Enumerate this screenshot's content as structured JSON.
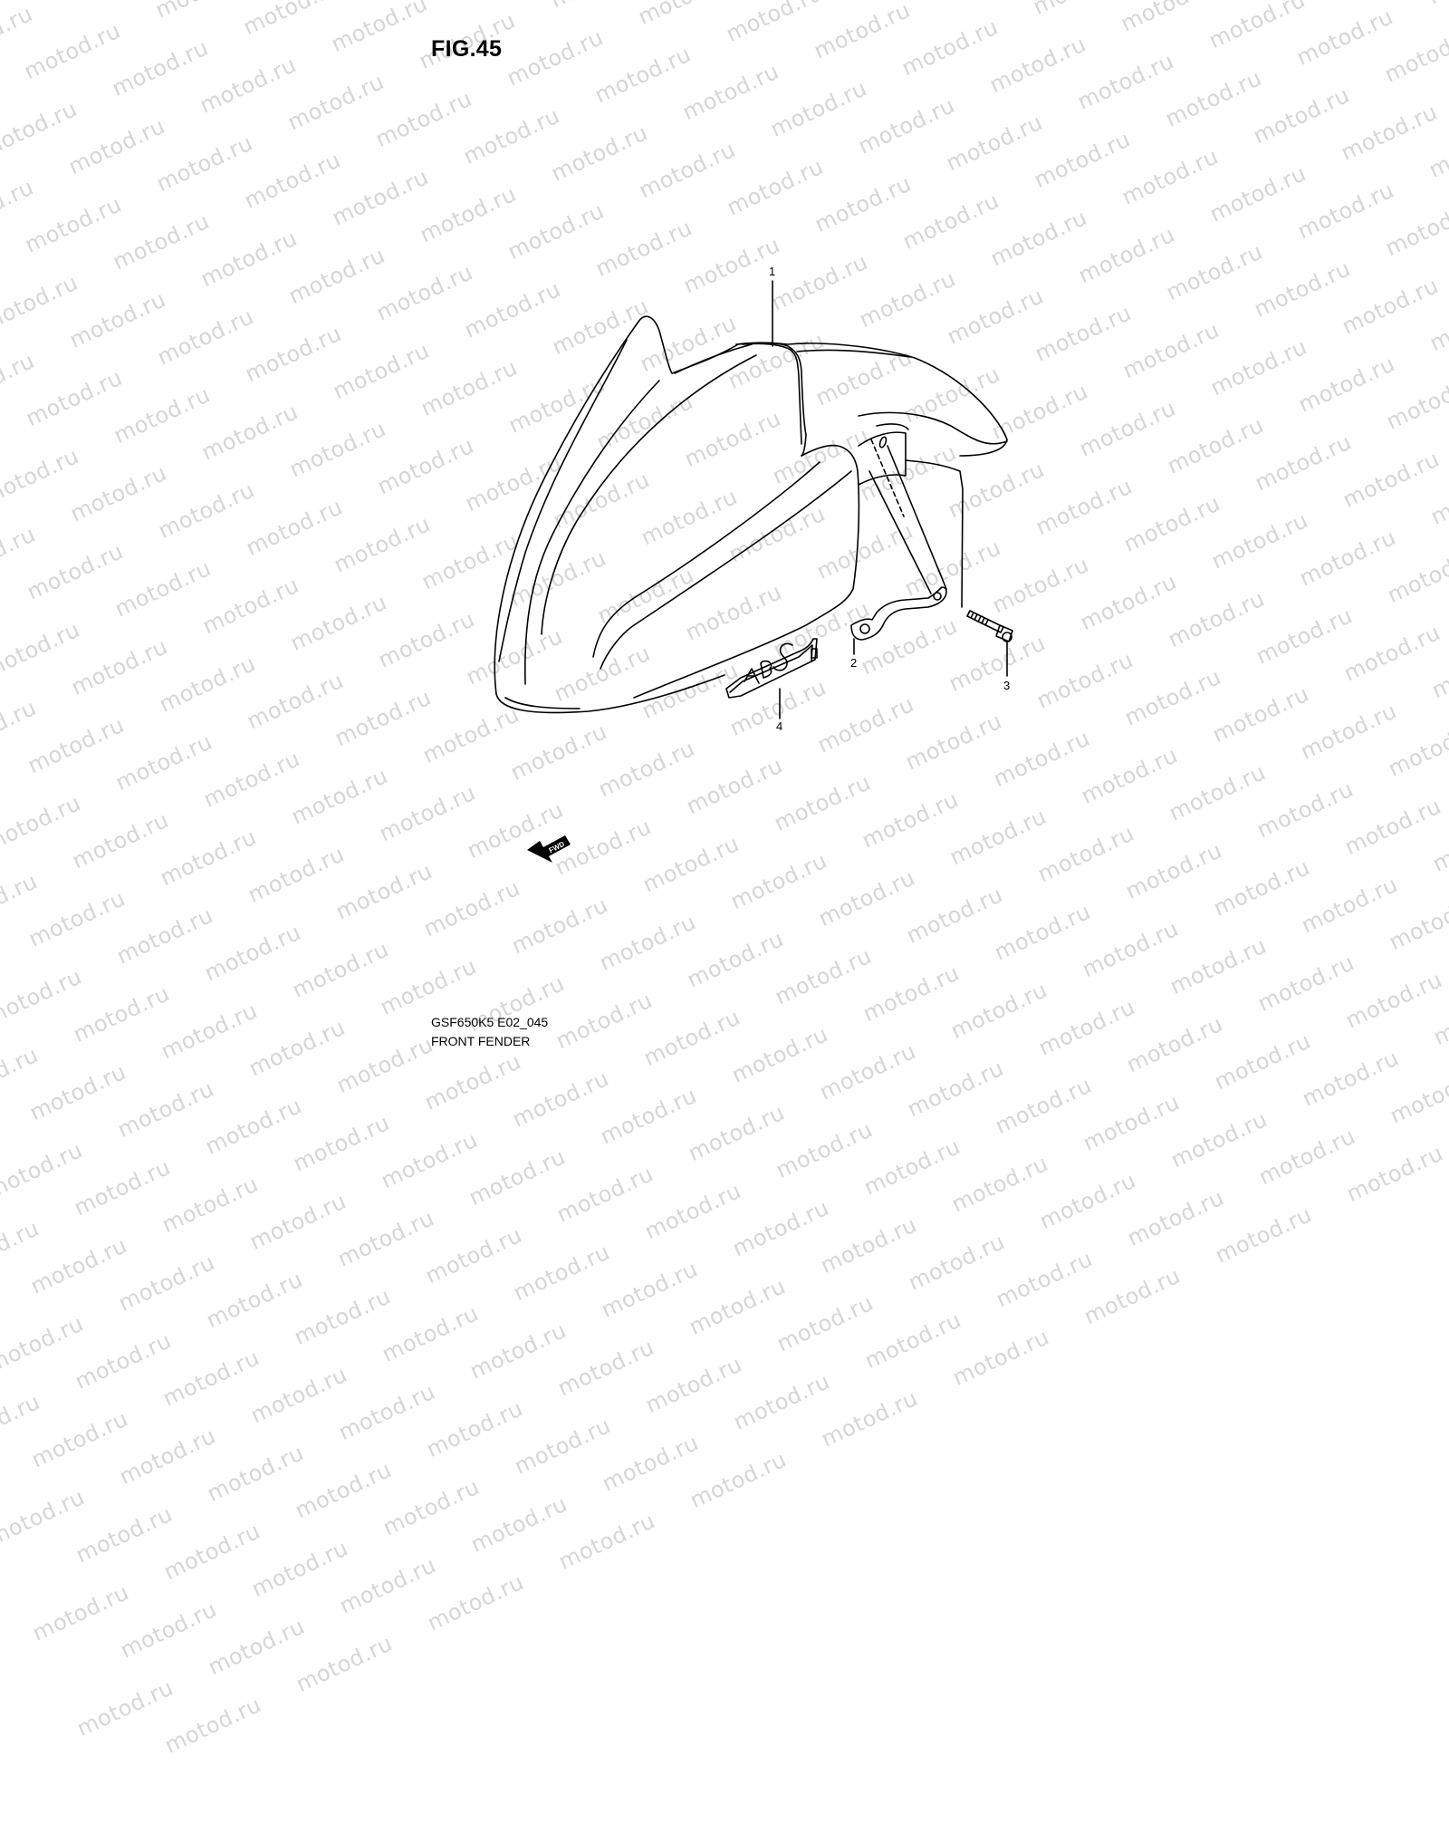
{
  "figure": {
    "title": "FIG.45",
    "code": "GSF650K5 E02_045",
    "name": "FRONT FENDER"
  },
  "watermark": {
    "text": "motod.ru",
    "color": "#d6d6d6"
  },
  "callouts": [
    {
      "number": "1",
      "part": "front fender"
    },
    {
      "number": "2",
      "part": "bracket"
    },
    {
      "number": "3",
      "part": "bolt"
    },
    {
      "number": "4",
      "part": "ABS emblem"
    }
  ],
  "emblem": {
    "text": "ABS"
  },
  "direction_marker": {
    "label": "FWD"
  }
}
